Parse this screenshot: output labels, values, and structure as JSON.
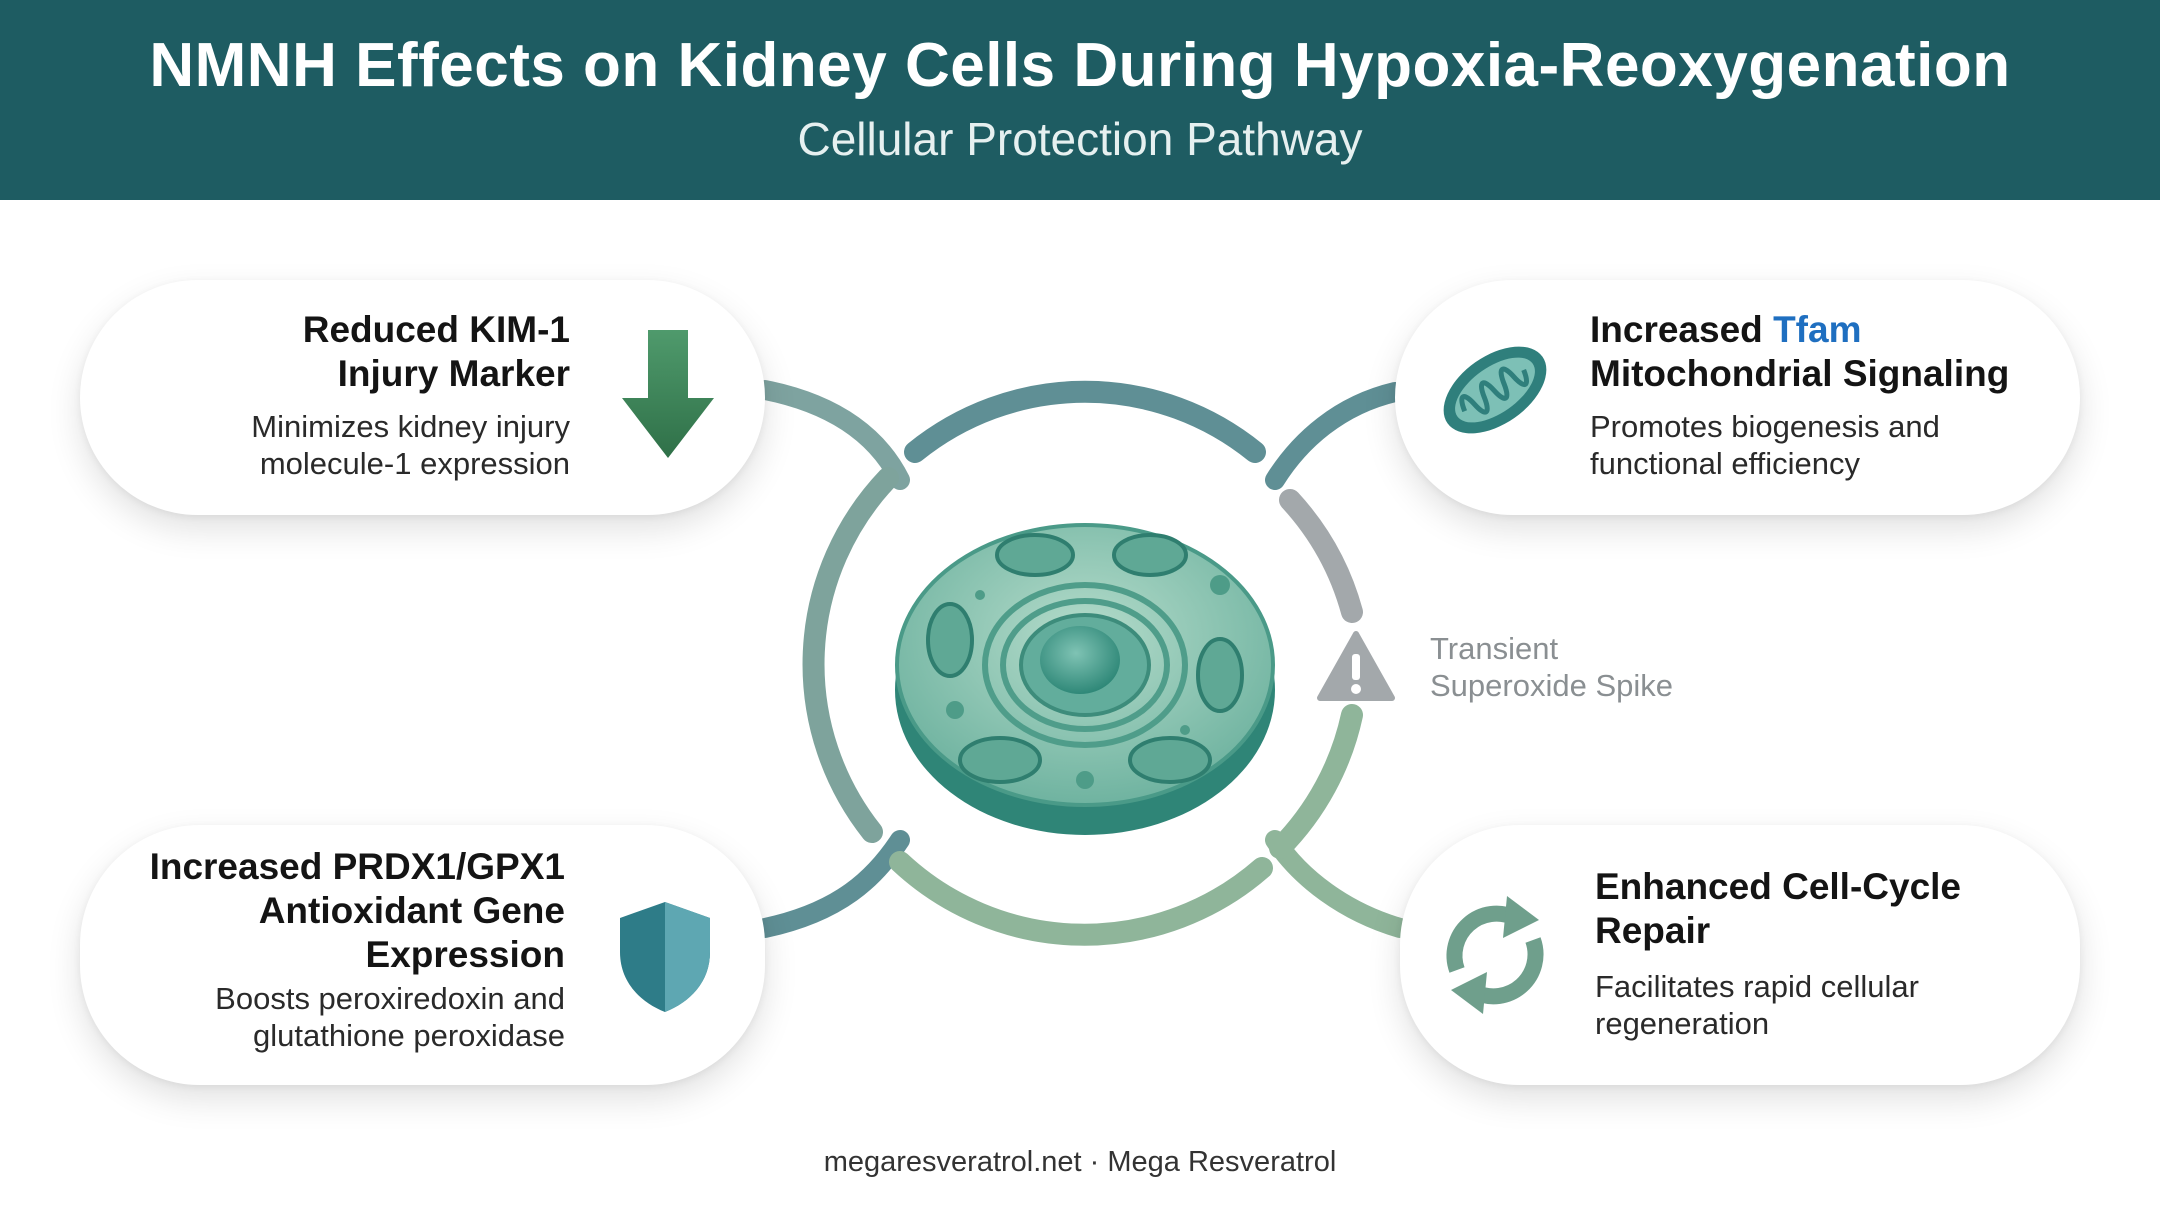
{
  "header": {
    "title": "NMNH Effects on Kidney Cells During Hypoxia-Reoxygenation",
    "subtitle": "Cellular Protection Pathway"
  },
  "cards": {
    "top_left": {
      "title_line1": "Reduced KIM-1",
      "title_line2": "Injury Marker",
      "desc_line1": "Minimizes kidney injury",
      "desc_line2": "molecule-1 expression",
      "icon": "down-arrow-icon"
    },
    "top_right": {
      "title_prefix": "Increased ",
      "title_accent": "Tfam",
      "title_line2": "Mitochondrial Signaling",
      "desc_line1": "Promotes biogenesis and",
      "desc_line2": "functional efficiency",
      "icon": "mitochondrion-icon"
    },
    "bottom_left": {
      "title_line1": "Increased PRDX1/GPX1",
      "title_line2": "Antioxidant Gene",
      "title_line3": "Expression",
      "desc_line1": "Boosts peroxiredoxin and",
      "desc_line2": "glutathione peroxidase",
      "icon": "shield-icon"
    },
    "bottom_right": {
      "title_line1": "Enhanced Cell-Cycle",
      "title_line2": "Repair",
      "desc_line1": "Facilitates rapid cellular",
      "desc_line2": "regeneration",
      "icon": "cycle-arrows-icon"
    }
  },
  "warning": {
    "line1": "Transient",
    "line2": "Superoxide Spike",
    "icon": "warning-triangle-icon"
  },
  "center": {
    "icon": "kidney-cell-icon"
  },
  "footer": {
    "text": "megaresveratrol.net · Mega Resveratrol"
  },
  "colors": {
    "header_bg": "#1e5c62",
    "accent": "#1f6fc0",
    "ring_teal": "#5f8f95",
    "ring_green": "#8fb59a",
    "ring_gray": "#a3a8ab"
  }
}
